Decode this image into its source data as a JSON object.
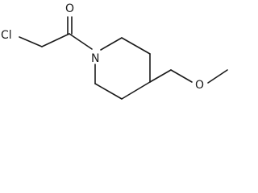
{
  "diagram": {
    "type": "chemical-structure",
    "atoms": {
      "chlorine": "Cl",
      "carbonyl_oxygen": "O",
      "ring_nitrogen": "N",
      "ether_oxygen": "O"
    }
  }
}
